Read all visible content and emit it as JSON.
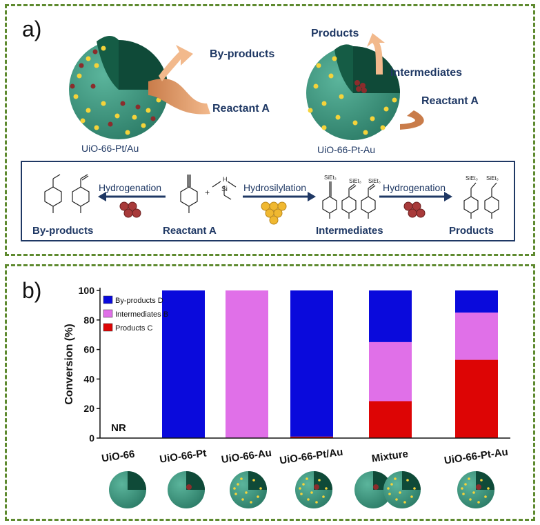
{
  "panel_a": {
    "label": "a)",
    "left_particle_caption": "UiO-66-Pt/Au",
    "right_particle_caption": "UiO-66-Pt-Au",
    "left_labels": {
      "byproducts": "By-products",
      "reactant": "Reactant A"
    },
    "right_labels": {
      "products": "Products",
      "intermediates": "Intermediates",
      "reactant": "Reactant A"
    },
    "scheme": {
      "byproducts": "By-products",
      "reactant": "Reactant A",
      "intermediates": "Intermediates",
      "products": "Products",
      "hydrogenation_left": "Hydrogenation",
      "hydrosilylation": "Hydrosilylation",
      "hydrogenation_right": "Hydrogenation",
      "plus": "+",
      "siet3": "SiEt₃",
      "si": "Si",
      "h": "H"
    }
  },
  "panel_b": {
    "label": "b)",
    "nr_label": "NR"
  },
  "colors": {
    "byproducts": "#0a0adc",
    "intermediates": "#e070e8",
    "products": "#dd0505",
    "frame": "#5e8a2f",
    "navy": "#1f3864",
    "shell": "#3d9c84",
    "core": "#0f4a38",
    "au": "#f5d33a",
    "pt": "#8b2c2c"
  },
  "chart_data": {
    "type": "bar",
    "stacked": true,
    "categories": [
      "UiO-66",
      "UiO-66-Pt",
      "UiO-66-Au",
      "UiO-66-Pt/Au",
      "Mixture",
      "UiO-66-Pt-Au"
    ],
    "series": [
      {
        "name": "Products C",
        "values": [
          0,
          0,
          0,
          1,
          25,
          53
        ]
      },
      {
        "name": "Intermediates B",
        "values": [
          0,
          0,
          100,
          0,
          40,
          32
        ]
      },
      {
        "name": "By-products D",
        "values": [
          0,
          100,
          0,
          99,
          35,
          15
        ]
      }
    ],
    "ylabel": "Conversion (%)",
    "xlabel": "",
    "ylim": [
      0,
      100
    ],
    "yticks": [
      "0",
      "20",
      "40",
      "60",
      "80",
      "100"
    ],
    "legend_placement": "top-left",
    "grid": false
  }
}
